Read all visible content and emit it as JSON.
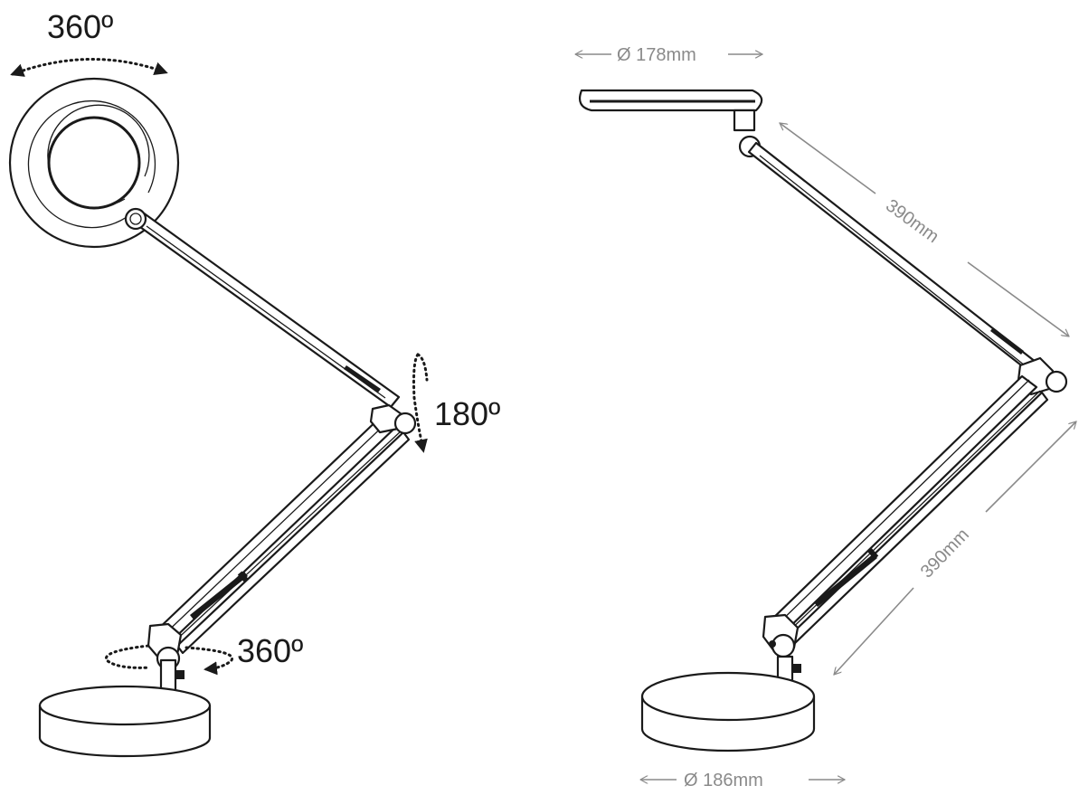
{
  "front_view": {
    "head_rotation_label": "360º",
    "elbow_rotation_label": "180º",
    "base_rotation_label": "360º"
  },
  "side_view": {
    "head_diameter_label": "Ø 178mm",
    "upper_arm_length_label": "390mm",
    "lower_arm_length_label": "390mm",
    "base_diameter_label": "Ø 186mm"
  },
  "colors": {
    "line": "#1a1a1a",
    "dimension": "#8a8a8a"
  }
}
